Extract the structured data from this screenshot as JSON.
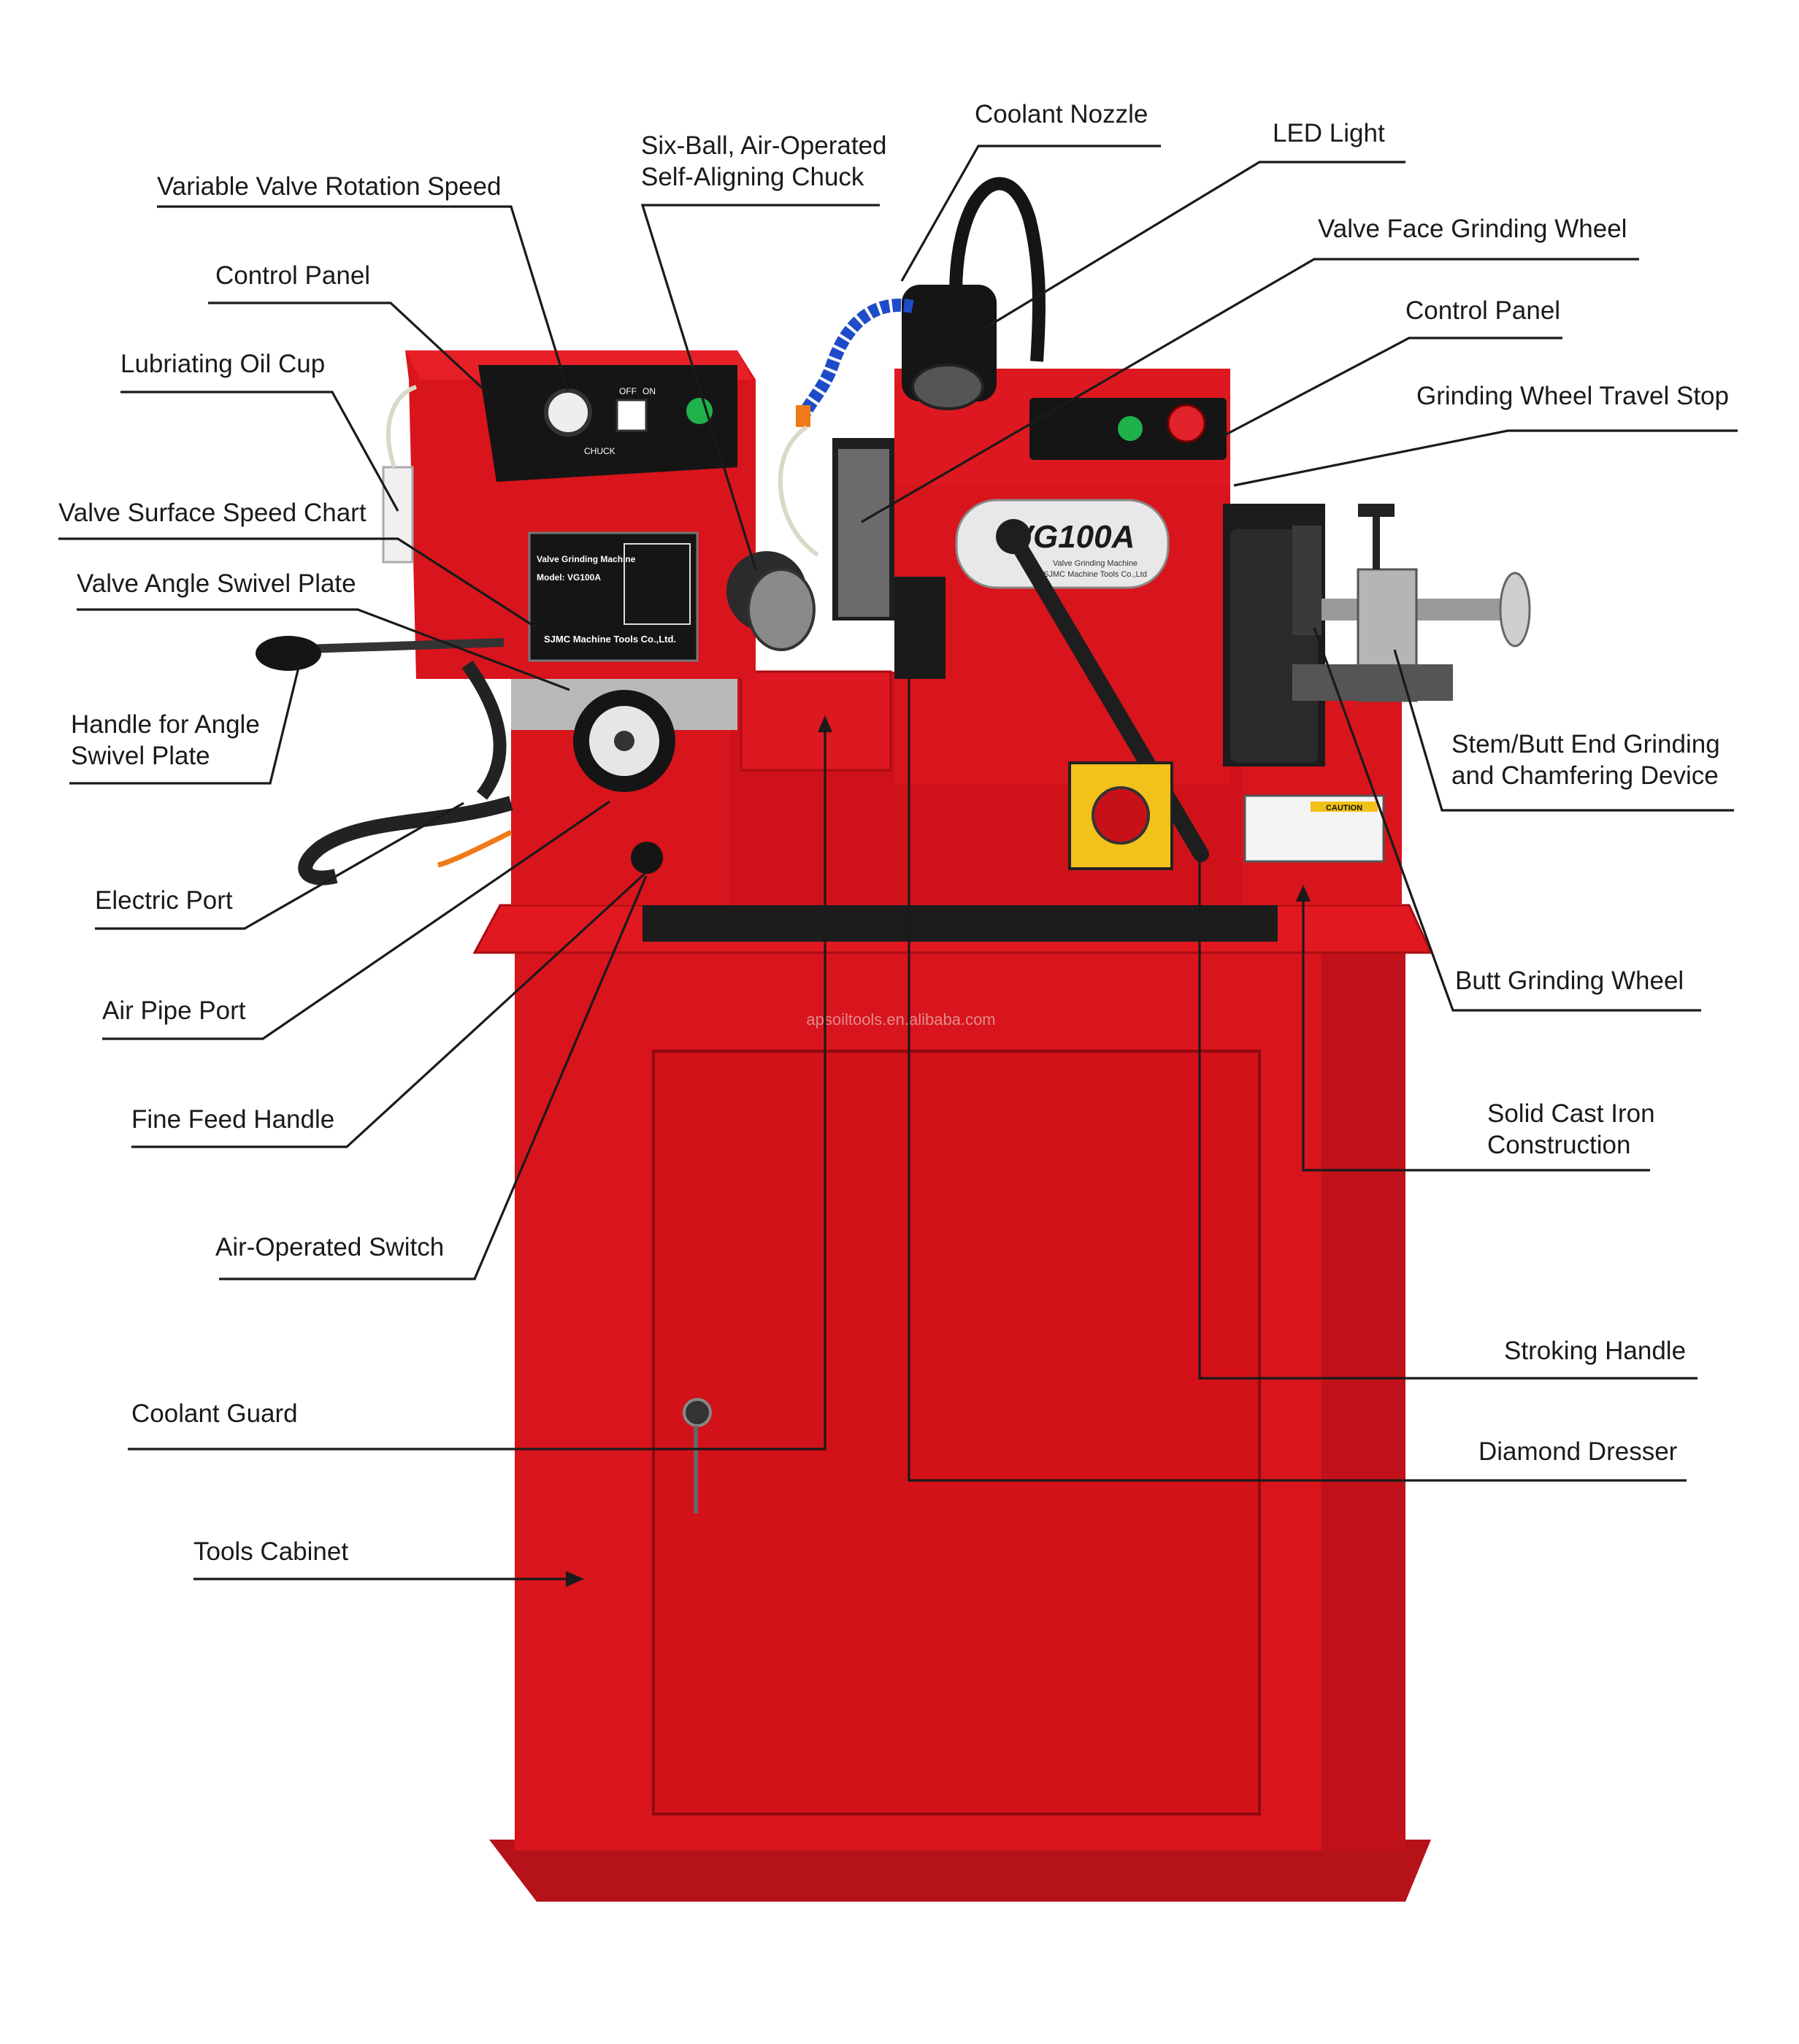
{
  "labels": {
    "variable_speed": "Variable Valve Rotation Speed",
    "control_panel_left": "Control Panel",
    "oil_cup": "Lubriating Oil Cup",
    "speed_chart": "Valve Surface Speed Chart",
    "swivel_plate": "Valve Angle Swivel Plate",
    "handle_angle_1": "Handle for Angle",
    "handle_angle_2": "Swivel Plate",
    "electric_port": "Electric Port",
    "air_pipe_port": "Air Pipe Port",
    "fine_feed": "Fine Feed Handle",
    "air_switch": "Air-Operated Switch",
    "coolant_guard": "Coolant Guard",
    "tools_cabinet": "Tools Cabinet",
    "chuck_1": "Six-Ball, Air-Operated",
    "chuck_2": "Self-Aligning Chuck",
    "coolant_nozzle": "Coolant Nozzle",
    "led_light": "LED Light",
    "face_wheel": "Valve Face Grinding Wheel",
    "control_panel_right": "Control Panel",
    "travel_stop": "Grinding Wheel Travel Stop",
    "stem_device_1": "Stem/Butt End Grinding",
    "stem_device_2": "and Chamfering Device",
    "butt_wheel": "Butt Grinding Wheel",
    "cast_iron_1": "Solid Cast Iron",
    "cast_iron_2": "Construction",
    "stroking_handle": "Stroking Handle",
    "diamond_dresser": "Diamond Dresser"
  },
  "machine": {
    "model": "VG100A",
    "plate_line1": "Valve Grinding Machine",
    "plate_line2": "SJMC Machine Tools Co.,Ltd",
    "chart_title": "Valve Grinding Machine",
    "chart_model": "Model: VG100A",
    "chart_maker": "SJMC Machine Tools Co.,Ltd.",
    "switch_off": "OFF",
    "switch_on": "ON",
    "chuck_label": "CHUCK",
    "caution": "CAUTION",
    "watermark": "apsoiltools.en.alibaba.com"
  },
  "colors": {
    "machine_red": "#d8141c",
    "dark_red": "#a80d12",
    "panel_black": "#151515"
  }
}
